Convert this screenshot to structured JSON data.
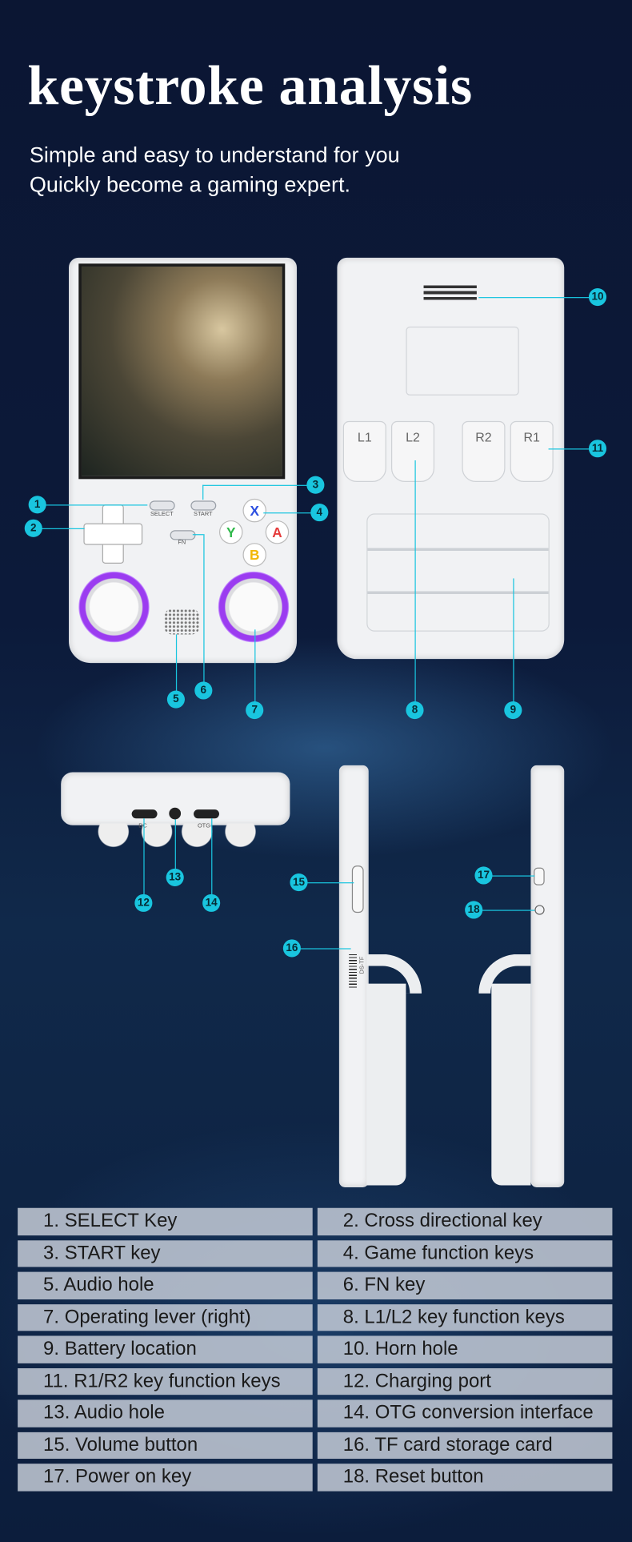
{
  "header": {
    "title": "keystroke analysis",
    "subtitle_lines": [
      "Simple and easy to understand for you",
      "Quickly become a gaming expert."
    ]
  },
  "device_labels": {
    "select": "SELECT",
    "start": "START",
    "fn": "FN",
    "x": "X",
    "y": "Y",
    "a": "A",
    "b": "B",
    "l1": "L1",
    "l2": "L2",
    "r2": "R2",
    "r1": "R1",
    "dc": "DC",
    "otg": "OTG",
    "tf": "DS-TF"
  },
  "callouts": [
    "1",
    "2",
    "3",
    "4",
    "5",
    "6",
    "7",
    "8",
    "9",
    "10",
    "11",
    "12",
    "13",
    "14",
    "15",
    "16",
    "17",
    "18"
  ],
  "legend": [
    "1. SELECT Key",
    "2. Cross directional key",
    "3. START key",
    "4. Game function keys",
    "5. Audio hole",
    "6. FN key",
    "7. Operating lever (right)",
    "8. L1/L2 key function keys",
    "9. Battery location",
    "10. Horn hole",
    "11. R1/R2 key function keys",
    "12. Charging port",
    "13. Audio hole",
    "14. OTG conversion interface",
    "15. Volume button",
    "16. TF card storage card",
    "17. Power on key",
    "18. Reset button"
  ],
  "colors": {
    "callout": "#19c5df",
    "x_button": "#2c4fe0",
    "y_button": "#2fb84a",
    "a_button": "#e53b3b",
    "b_button": "#f2b705",
    "stick_ring": "#9b3cf0"
  }
}
